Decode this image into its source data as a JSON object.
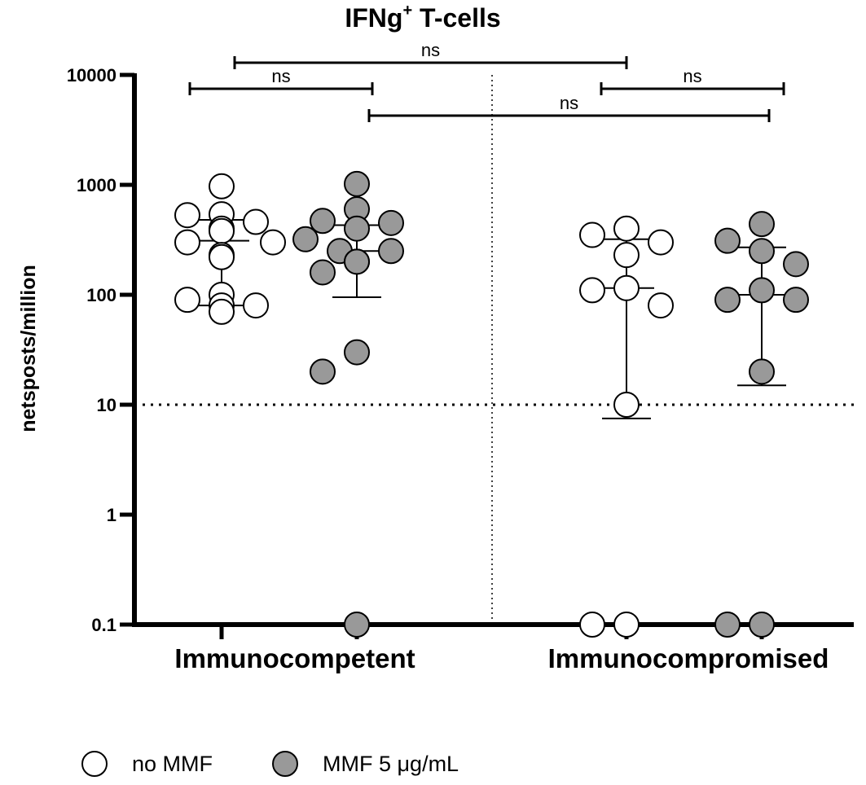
{
  "chart_data": {
    "type": "scatter",
    "title": "IFNg",
    "title_superscript": "+",
    "title_suffix": " T-cells",
    "ylabel": "netsposts/million",
    "xlabel": "",
    "y_scale": "log",
    "ylim": [
      0.1,
      10000
    ],
    "y_ticks": [
      {
        "value": 10000,
        "label": "10000"
      },
      {
        "value": 1000,
        "label": "1000"
      },
      {
        "value": 100,
        "label": "100"
      },
      {
        "value": 10,
        "label": "10"
      },
      {
        "value": 1,
        "label": "1"
      },
      {
        "value": 0.1,
        "label": "0.1"
      }
    ],
    "categories": [
      "Immunocompetent",
      "Immunocompromised"
    ],
    "threshold_line": 10,
    "legend": {
      "position": "bottom-left",
      "entries": [
        {
          "label": "no MMF",
          "fill": "#ffffff"
        },
        {
          "label": "MMF 5 μg/mL",
          "fill": "#999999"
        }
      ]
    },
    "series": [
      {
        "name": "no MMF",
        "category": "Immunocompetent",
        "fill": "#ffffff",
        "median": 310,
        "error_low": 80,
        "error_high": 480,
        "points": [
          970,
          540,
          530,
          460,
          400,
          380,
          300,
          300,
          230,
          220,
          100,
          90,
          80,
          80,
          70
        ]
      },
      {
        "name": "MMF 5 μg/mL",
        "category": "Immunocompetent",
        "fill": "#999999",
        "median": 250,
        "error_low": 95,
        "error_high": 430,
        "points": [
          1020,
          600,
          470,
          450,
          400,
          320,
          250,
          250,
          200,
          200,
          160,
          30,
          20,
          0.1
        ]
      },
      {
        "name": "no MMF",
        "category": "Immunocompromised",
        "fill": "#ffffff",
        "median": 115,
        "error_low": 7.5,
        "error_high": 320,
        "points": [
          400,
          350,
          300,
          230,
          115,
          110,
          80,
          10,
          0.1,
          0.1
        ]
      },
      {
        "name": "MMF 5 μg/mL",
        "category": "Immunocompromised",
        "fill": "#999999",
        "median": 100,
        "error_low": 15,
        "error_high": 270,
        "points": [
          440,
          310,
          250,
          190,
          110,
          90,
          90,
          20,
          0.1,
          0.1
        ]
      }
    ],
    "comparisons": [
      {
        "label": "ns",
        "from": "Immunocompetent / no MMF",
        "to": "Immunocompromised / no MMF"
      },
      {
        "label": "ns",
        "from": "Immunocompetent / no MMF",
        "to": "Immunocompetent / MMF 5 μg/mL"
      },
      {
        "label": "ns",
        "from": "Immunocompromised / no MMF",
        "to": "Immunocompromised / MMF 5 μg/mL"
      },
      {
        "label": "ns",
        "from": "Immunocompetent / MMF 5 μg/mL",
        "to": "Immunocompromised / MMF 5 μg/mL"
      }
    ]
  }
}
